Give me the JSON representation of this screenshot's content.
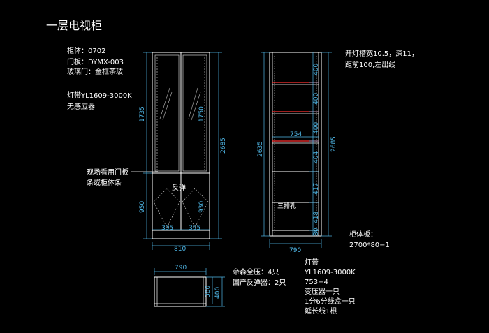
{
  "title": "一层电视柜",
  "spec_notes": [
    "柜体：0702",
    "门板：DYMX-003",
    "玻璃门：金框茶玻"
  ],
  "light_notes": [
    "灯带YL1609-3000K",
    "无感应器"
  ],
  "site_note": [
    "现场看用门板",
    "条或柜体条"
  ],
  "rebound_label": "反弹",
  "groove_note": [
    "开灯槽宽10.5，深11，",
    "距前100,左出线"
  ],
  "three_hole_label": "三排孔",
  "board_note": [
    "柜体板：",
    "2700*80=1"
  ],
  "hardware_note": [
    "帝森全压：4只",
    "国产反弹器：2只"
  ],
  "light_list": [
    "灯带",
    "YL1609-3000K",
    "753=4",
    "变压器一只",
    "1分6分线盒一只",
    "延长线1根"
  ],
  "dims": {
    "front_upper_h": "1735",
    "front_upper_h2": "1750",
    "front_total_h": "2685",
    "front_lower_h": "950",
    "front_lower_h2": "930",
    "door_w_left": "395",
    "door_w_right": "395",
    "front_w": "810",
    "side_total_h": "2635",
    "side_total_h2": "2685",
    "shelf_1": "400",
    "shelf_2": "400",
    "shelf_3": "400",
    "shelf_4": "404",
    "shelf_5": "417",
    "shelf_6": "418",
    "shelf_7": "80",
    "inner_w": "754",
    "side_w": "790",
    "plan_w": "790",
    "plan_d": "380",
    "plan_d2": "400"
  }
}
